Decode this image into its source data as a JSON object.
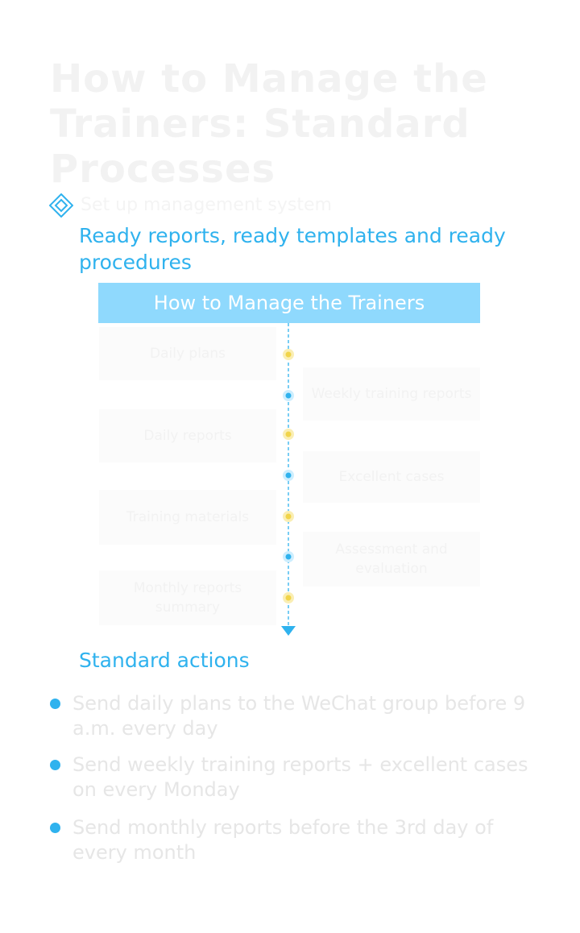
{
  "headline": {
    "lines": [
      "How to Manage the",
      "Trainers: Standard",
      "Processes"
    ]
  },
  "faint_subtitle": "Set up management system",
  "sections": {
    "ready_heading": "Ready reports, ready templates and ready procedures",
    "standard_heading": "Standard actions"
  },
  "chart": {
    "title": "How to Manage the Trainers",
    "left_steps": [
      "Daily plans",
      "Daily reports",
      "Training materials",
      "Monthly reports summary"
    ],
    "right_steps": [
      "Weekly training reports",
      "Excellent cases",
      "Assessment and evaluation"
    ]
  },
  "actions": [
    "Send daily plans to the WeChat group before 9 a.m. every day",
    "Send weekly training reports + excellent cases on every Monday",
    "Send monthly reports before the 3rd day of every month"
  ],
  "colors": {
    "accent_blue": "#2fb2ee",
    "header_fill": "#8fd9fd",
    "dot_yellow": "#f1d44a",
    "dot_blue": "#8fd9fd"
  },
  "icons": {
    "section_marker": "diamond-icon",
    "bullet": "dot-icon",
    "timeline_end": "arrow-down-icon"
  }
}
